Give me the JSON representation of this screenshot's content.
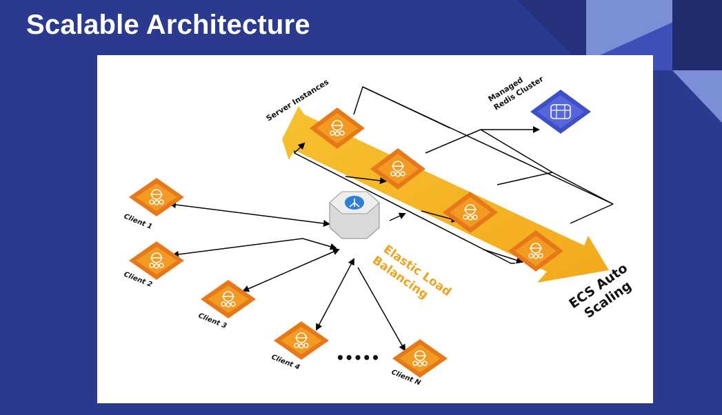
{
  "slide": {
    "title": "Scalable Architecture"
  },
  "diagram": {
    "server_instances_label": "Server Instances",
    "redis_label_line1": "Managed",
    "redis_label_line2": "Redis Cluster",
    "elb_label_line1": "Elastic Load",
    "elb_label_line2": "Balancing",
    "ecs_label_line1": "ECS Auto",
    "ecs_label_line2": "Scaling",
    "ellipsis": "•••••",
    "clients": [
      {
        "label": "Client 1"
      },
      {
        "label": "Client 2"
      },
      {
        "label": "Client 3"
      },
      {
        "label": "Client 4"
      },
      {
        "label": "Client N"
      }
    ]
  },
  "colors": {
    "background": "#2b3a8f",
    "orange": "#f0901a",
    "band": "#f5b324",
    "redis": "#3f4fc8",
    "text_orange": "#f0a21e"
  },
  "icons": {
    "instance": "ec2-instance-icon",
    "load_balancer": "elb-icon",
    "cache": "elasticache-redis-icon"
  }
}
